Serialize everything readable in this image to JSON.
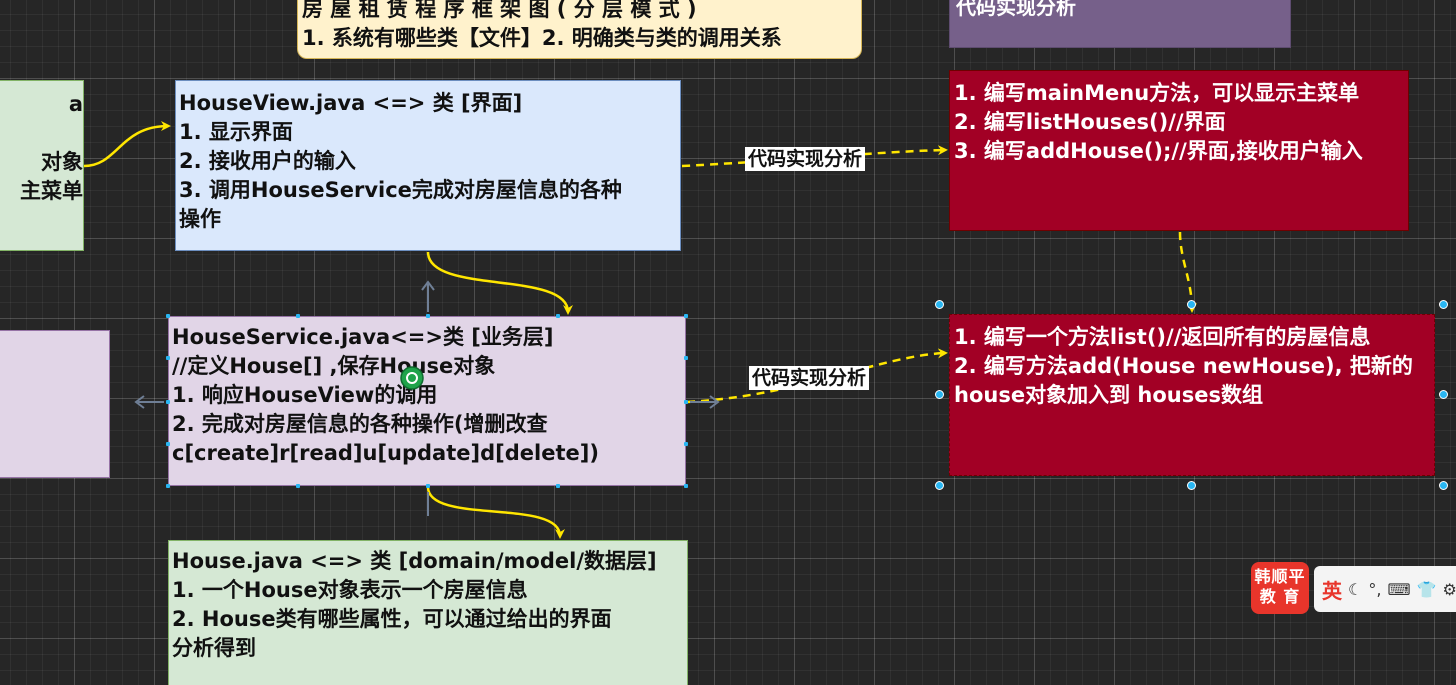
{
  "top_note": {
    "lines": [
      "房 屋 租 赁 程 序 框 架 图 ( 分 层 模 式 )",
      "1. 系统有哪些类【文件】2. 明确类与类的调用关系"
    ]
  },
  "top_right_box": {
    "text": "代码实现分析"
  },
  "left_green_box": {
    "lines": [
      "a",
      "",
      "对象",
      "主菜单"
    ]
  },
  "house_view_box": {
    "lines": [
      "HouseView.java <=> 类 [界面]",
      "1. 显示界面",
      "2. 接收用户的输入",
      "3. 调用HouseService完成对房屋信息的各种",
      "操作"
    ]
  },
  "house_service_box": {
    "lines": [
      "HouseService.java<=>类 [业务层]",
      "//定义House[] ,保存House对象",
      "1. 响应HouseView的调用",
      "2. 完成对房屋信息的各种操作(增删改查",
      "c[create]r[read]u[update]d[delete])"
    ]
  },
  "house_box": {
    "lines": [
      "House.java <=> 类 [domain/model/数据层]",
      "1. 一个House对象表示一个房屋信息",
      "2. House类有哪些属性，可以通过给出的界面",
      "分析得到"
    ]
  },
  "red_box_1": {
    "lines": [
      "1. 编写mainMenu方法，可以显示主菜单",
      "2. 编写listHouses()//界面",
      "3. 编写addHouse();//界面,接收用户输入"
    ]
  },
  "red_box_2": {
    "lines": [
      "1. 编写一个方法list()//返回所有的房屋信息",
      "2. 编写方法add(House newHouse), 把新的",
      "house对象加入到 houses数组"
    ]
  },
  "edge_labels": {
    "view_analysis": "代码实现分析",
    "service_analysis": "代码实现分析"
  },
  "logo": {
    "line1": "韩顺平",
    "line2": "教 育"
  },
  "ime_toolbar": {
    "lang": "英",
    "icons": [
      "moon-icon",
      "punctuation-icon",
      "keyboard-icon",
      "skin-icon",
      "more-icon"
    ]
  },
  "colors": {
    "canvas_bg": "#262626",
    "yellow_note": "#fff2cc",
    "blue_box": "#dae8fc",
    "purple_box": "#e1d5e7",
    "green_box": "#d5e8d4",
    "red_box": "#a20025",
    "dark_purple_box": "#76608a",
    "arrow_yellow": "#ffe600",
    "selection_blue": "#29b6f2"
  }
}
